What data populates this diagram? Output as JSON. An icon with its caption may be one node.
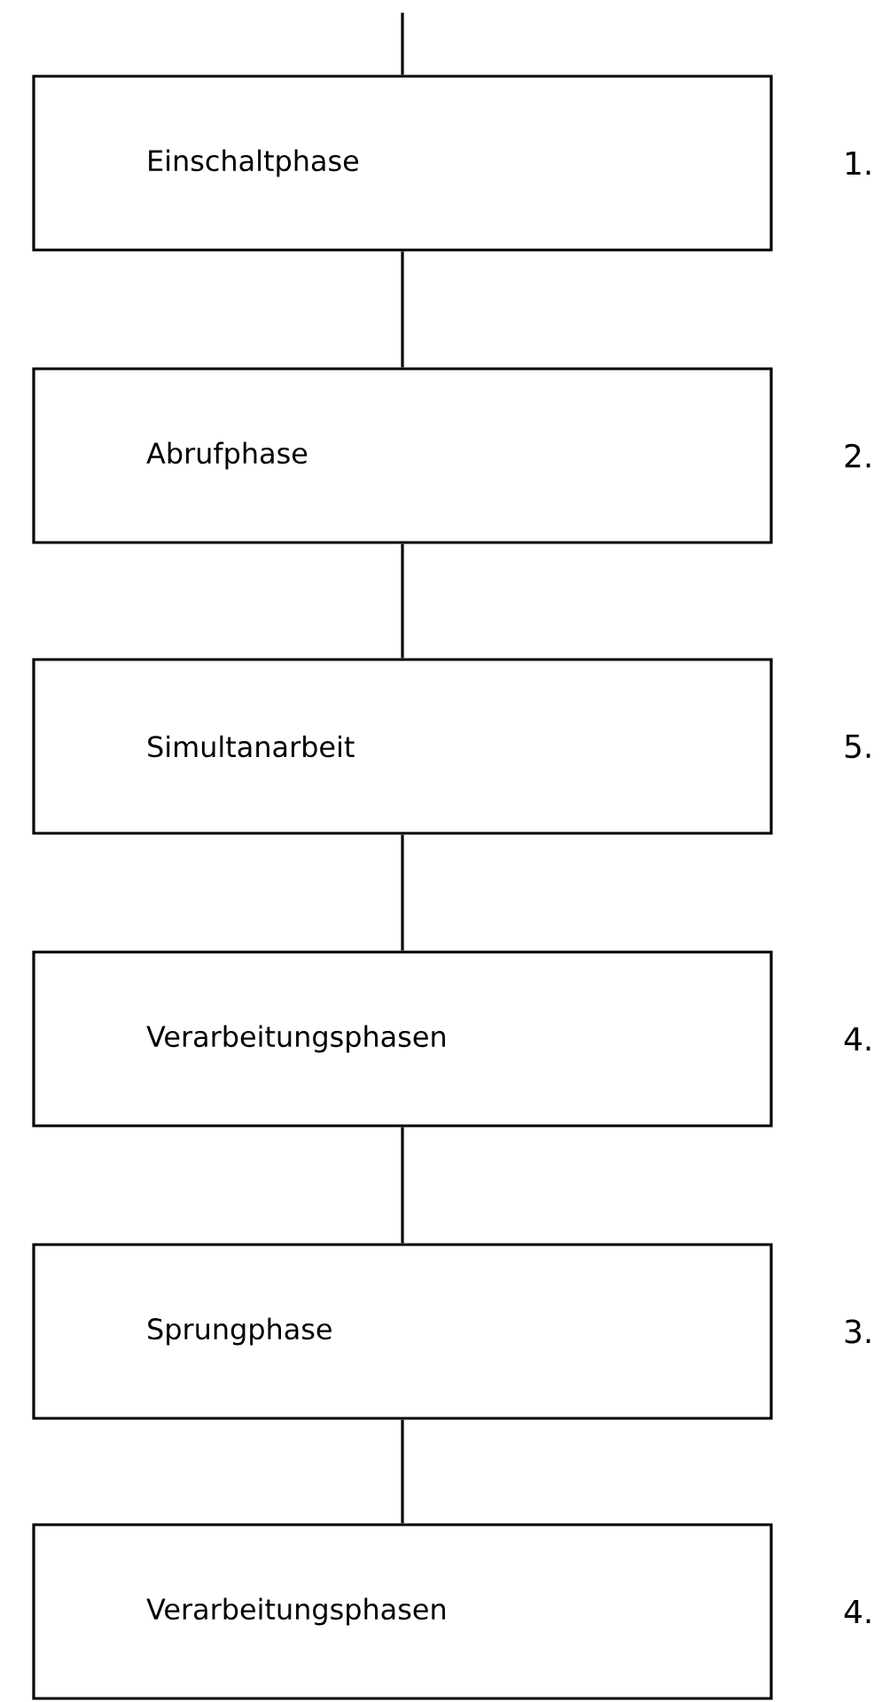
{
  "diagram": {
    "nodes": [
      {
        "text": [
          "Einschaltphase"
        ],
        "beside": [
          "1."
        ]
      },
      {
        "text": [
          "Abrufphase"
        ],
        "beside": [
          "2."
        ]
      },
      {
        "text": [
          "Simultanarbeit"
        ],
        "beside": [
          "5."
        ]
      },
      {
        "text": [
          "Verarbeitungsphasen"
        ],
        "beside": [
          "4."
        ]
      },
      {
        "text": [
          "Sprungphase"
        ],
        "beside": [
          "3."
        ]
      },
      {
        "text": [
          "Verarbeitungsphasen"
        ],
        "beside": [
          "4."
        ]
      }
    ],
    "edges": [
      {
        "from": null,
        "to": 0,
        "arrow": "none"
      },
      {
        "from": 0,
        "to": 1,
        "arrow": "none"
      },
      {
        "from": 1,
        "to": 2,
        "arrow": "none"
      },
      {
        "from": 2,
        "to": 3,
        "arrow": "none"
      },
      {
        "from": 3,
        "to": 4,
        "arrow": "none"
      },
      {
        "from": 4,
        "to": 5,
        "arrow": "none"
      }
    ]
  }
}
